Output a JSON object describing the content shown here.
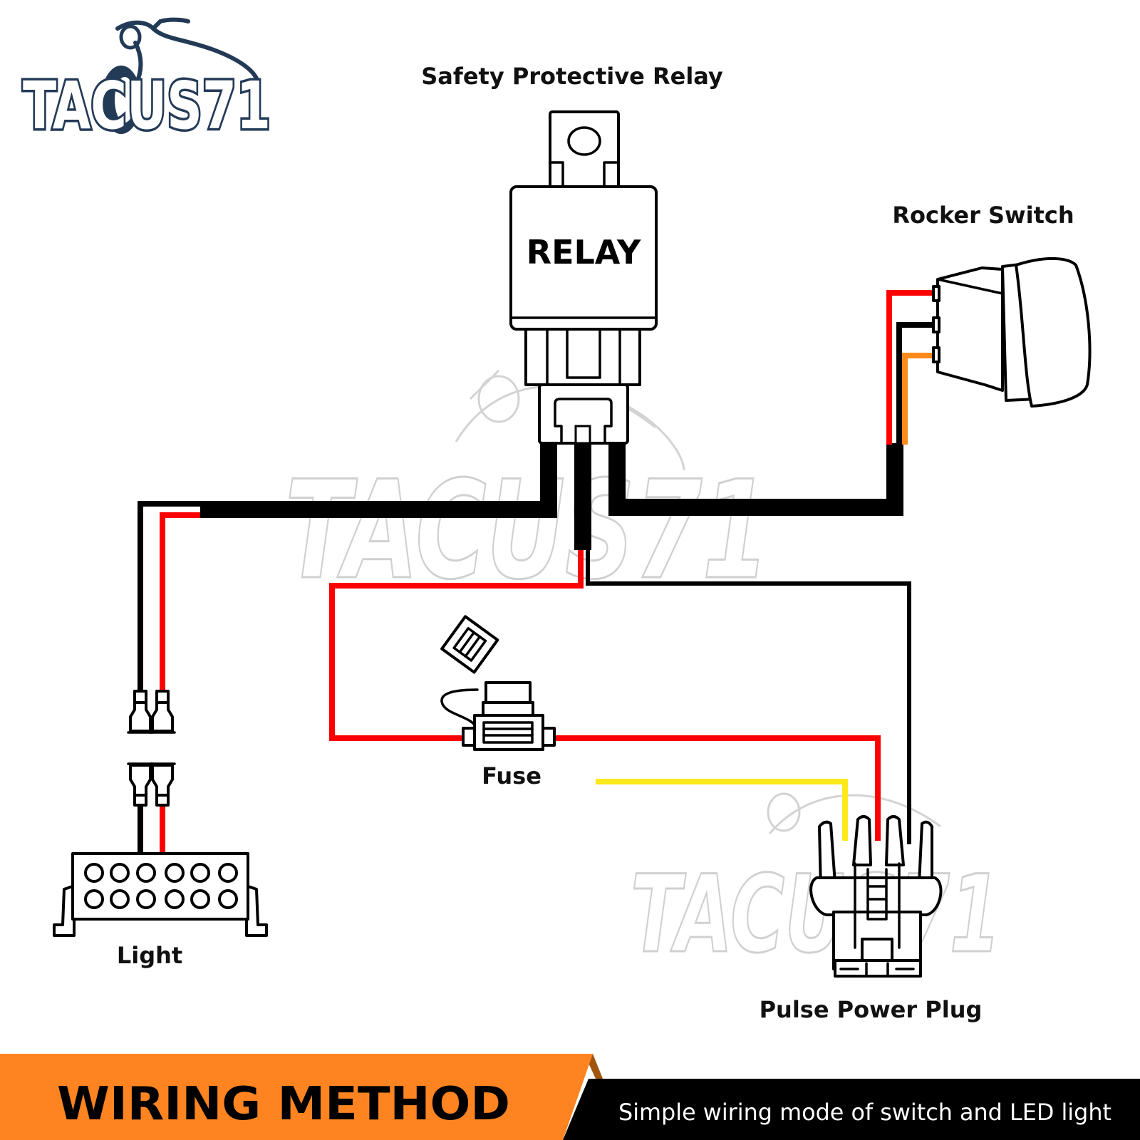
{
  "brand": {
    "logo_text": "TACUS71",
    "logo_color": "#233a57",
    "watermark_text": "TACUS71"
  },
  "diagram": {
    "title": "Safety Protective Relay",
    "relay_label": "RELAY",
    "components": {
      "relay": "Safety Protective Relay",
      "rocker_switch": "Rocker Switch",
      "fuse": "Fuse",
      "light": "Light",
      "pulse_power_plug": "Pulse Power Plug"
    },
    "wire_colors": {
      "black": "#000000",
      "red": "#ff0000",
      "orange": "#ff8a1c",
      "yellow": "#ffe81c"
    }
  },
  "banner": {
    "title": "WIRING METHOD",
    "subtitle": "Simple wiring mode of switch and LED light",
    "accent_color": "#fd8421",
    "dark_color": "#000000"
  }
}
